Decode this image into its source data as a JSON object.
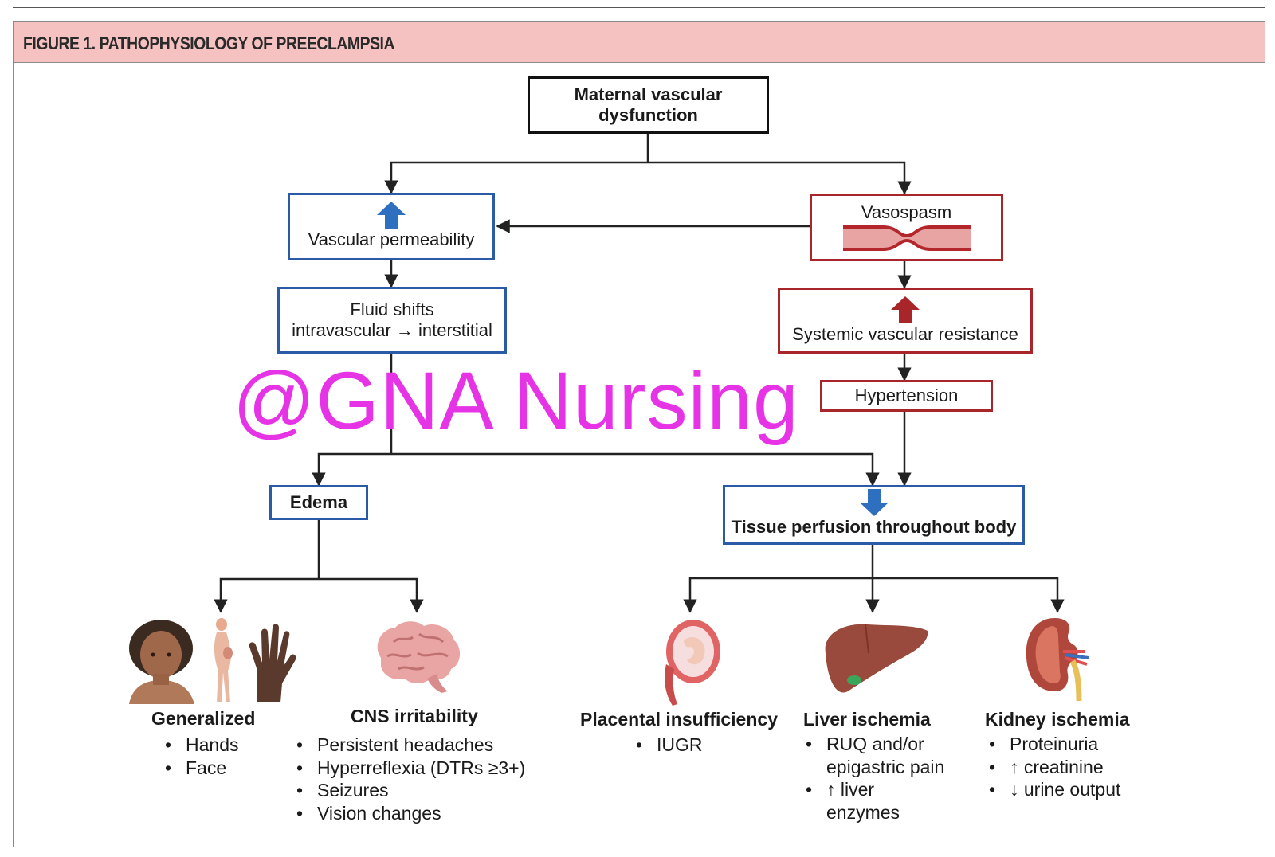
{
  "figure": {
    "title": "FIGURE 1. PATHOPHYSIOLOGY OF PREECLAMPSIA",
    "colors": {
      "banner": "#f6c1c1",
      "blue": "#2b5aa6",
      "red": "#a8262a",
      "watermark": "#e633e6"
    }
  },
  "nodes": {
    "maternal": {
      "line1": "Maternal vascular",
      "line2": "dysfunction"
    },
    "permeability": {
      "label": "Vascular permeability",
      "icon": "up-arrow-icon"
    },
    "vasospasm": {
      "label": "Vasospasm",
      "icon": "constricted-vessel-icon"
    },
    "fluid": {
      "line1": "Fluid shifts",
      "line2": "intravascular → interstitial"
    },
    "svr": {
      "label": "Systemic vascular resistance",
      "icon": "up-arrow-icon"
    },
    "hypertension": {
      "label": "Hypertension"
    },
    "edema": {
      "label": "Edema"
    },
    "perfusion": {
      "label": "Tissue perfusion throughout body",
      "icon": "down-arrow-icon"
    }
  },
  "watermark": "@GNA Nursing",
  "outcomes": [
    {
      "title": "Generalized",
      "items": [
        "Hands",
        "Face"
      ],
      "icon": "person-hand-icon"
    },
    {
      "title": "CNS irritability",
      "items": [
        "Persistent headaches",
        "Hyperreflexia (DTRs ≥3+)",
        "Seizures",
        "Vision changes"
      ],
      "icon": "brain-icon"
    },
    {
      "title": "Placental insufficiency",
      "items": [
        "IUGR"
      ],
      "icon": "uterus-fetus-icon"
    },
    {
      "title": "Liver ischemia",
      "items": [
        "RUQ and/or",
        "epigastric pain",
        "↑ liver",
        "enzymes"
      ],
      "icon": "liver-icon"
    },
    {
      "title": "Kidney ischemia",
      "items": [
        "Proteinuria",
        "↑ creatinine",
        "↓ urine output"
      ],
      "icon": "kidney-icon"
    }
  ]
}
